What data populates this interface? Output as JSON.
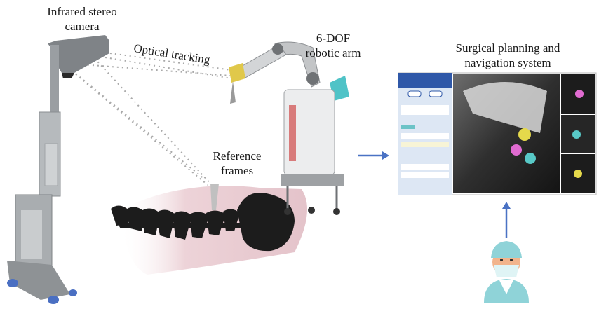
{
  "labels": {
    "camera": {
      "line1": "Infrared stereo",
      "line2": "camera"
    },
    "tracking": "Optical tracking",
    "robot": {
      "line1": "6-DOF",
      "line2": "robotic arm"
    },
    "planning": {
      "line1": "Surgical planning and",
      "line2": "navigation system"
    },
    "reference": {
      "line1": "Reference",
      "line2": "frames"
    }
  },
  "colors": {
    "arrow": "#4a72c4",
    "tracking_line": "#a9a9a9",
    "spine": "#1c1c1c",
    "body_shadow": "#e8c8cf",
    "robot_accent": "#4fc3c7",
    "surgeon_cap": "#8fd3d8"
  }
}
